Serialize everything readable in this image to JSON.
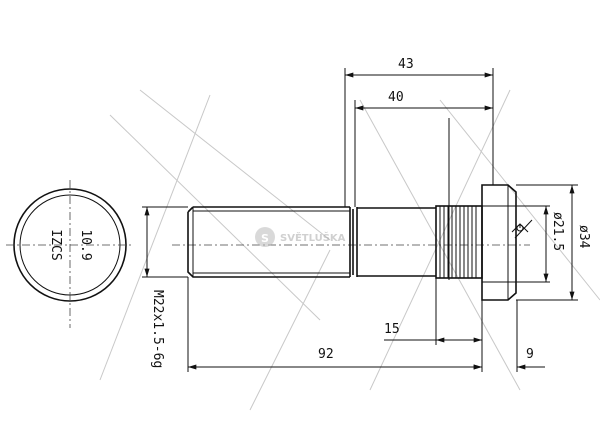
{
  "drawing": {
    "end_view": {
      "line1": "10.9",
      "line2": "IZCS"
    },
    "dimensions": {
      "overall_to_head": "43",
      "shank_to_head": "40",
      "thread_length": "92",
      "head_thickness": "9",
      "knurl_length": "15",
      "head_diameter": "ø34",
      "knurl_diameter": "ø21.5",
      "thread_spec": "M22x1.5-6g"
    },
    "watermark": "SVĚTLUŠKA",
    "colors": {
      "line": "#111111",
      "watermark": "#c8c8c8"
    }
  }
}
